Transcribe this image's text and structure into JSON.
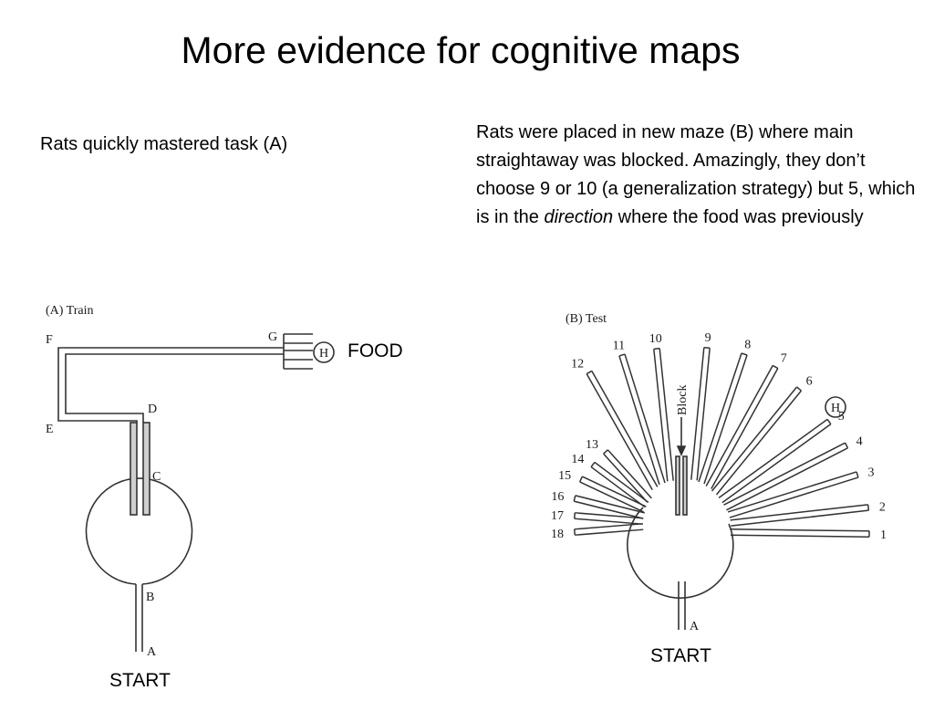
{
  "slide": {
    "title": "More evidence for cognitive maps",
    "left_note": "Rats quickly mastered task (A)",
    "right_note": {
      "before_em": "Rats were placed in new maze (B) where main straightaway was blocked. Amazingly, they don’t choose 9 or 10 (a generalization strategy) but 5, which is in the ",
      "em": "direction",
      "after_em": " where the food was previously"
    },
    "food_label": "FOOD",
    "start_label_a": "START",
    "start_label_b": "START"
  },
  "figure_a": {
    "caption": "(A)  Train",
    "points": {
      "a": "A",
      "b": "B",
      "c": "C",
      "d": "D",
      "e": "E",
      "f": "F",
      "g": "G",
      "h": "H"
    }
  },
  "figure_b": {
    "caption": "(B)  Test",
    "block_label": "Block",
    "start_point": "A",
    "goal": "H",
    "arm_numbers": [
      "1",
      "2",
      "3",
      "4",
      "5",
      "6",
      "7",
      "8",
      "9",
      "10",
      "11",
      "12",
      "13",
      "14",
      "15",
      "16",
      "17",
      "18"
    ]
  }
}
